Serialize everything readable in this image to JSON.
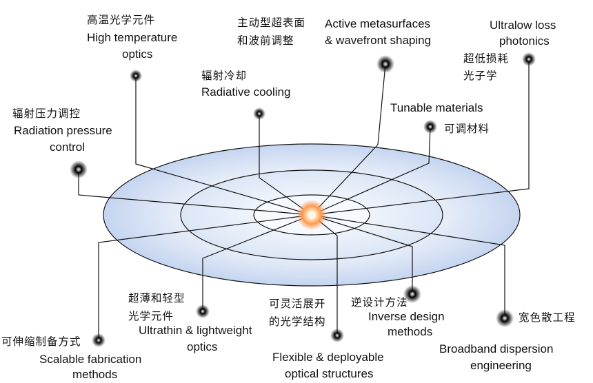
{
  "diagram": {
    "center": "core",
    "topics": [
      {
        "id": "hto",
        "zh": "高温光学元件",
        "en_lines": [
          "High temperature",
          "optics"
        ],
        "color": "#b040f0"
      },
      {
        "id": "rc",
        "zh": "辐射冷却",
        "en_lines": [
          "Radiative cooling"
        ],
        "color": "#3030e0"
      },
      {
        "id": "am",
        "zh_lines": [
          "主动型超表面",
          "和波前调整"
        ],
        "en_lines": [
          "Active metasurfaces",
          "& wavefront shaping"
        ],
        "color": "#4a30f0"
      },
      {
        "id": "ul",
        "en_lines": [
          "Ultralow loss",
          "photonics"
        ],
        "zh_lines": [
          "超低损耗",
          "光子学"
        ],
        "color": "#c040e8"
      },
      {
        "id": "tm",
        "en_lines": [
          "Tunable materials"
        ],
        "zh": "可调材料",
        "color": "#4a30f0"
      },
      {
        "id": "rp",
        "zh": "辐射压力调控",
        "en_lines": [
          "Radiation pressure",
          "control"
        ],
        "color": "#c030e0"
      },
      {
        "id": "ut",
        "zh_lines": [
          "超薄和轻型",
          "光学元件"
        ],
        "en_lines": [
          "Ultrathin & lightweight",
          "optics"
        ],
        "color": "#5a30f0"
      },
      {
        "id": "fd",
        "zh_lines": [
          "可灵活展开",
          "的光学结构"
        ],
        "en_lines": [
          "Flexible & deployable",
          "optical structures"
        ],
        "color": "#4a30f0"
      },
      {
        "id": "id",
        "zh": "逆设计方法",
        "en_lines": [
          "Inverse design",
          "methods"
        ],
        "color": "#2a20c8"
      },
      {
        "id": "bd",
        "zh": "宽色散工程",
        "en_lines": [
          "Broadband dispersion",
          "engineering"
        ],
        "color": "#5a30f0"
      },
      {
        "id": "sf",
        "zh": "可伸缩制备方式",
        "en_lines": [
          "Scalable fabrication",
          "methods"
        ],
        "color": "#d040e0"
      }
    ]
  }
}
